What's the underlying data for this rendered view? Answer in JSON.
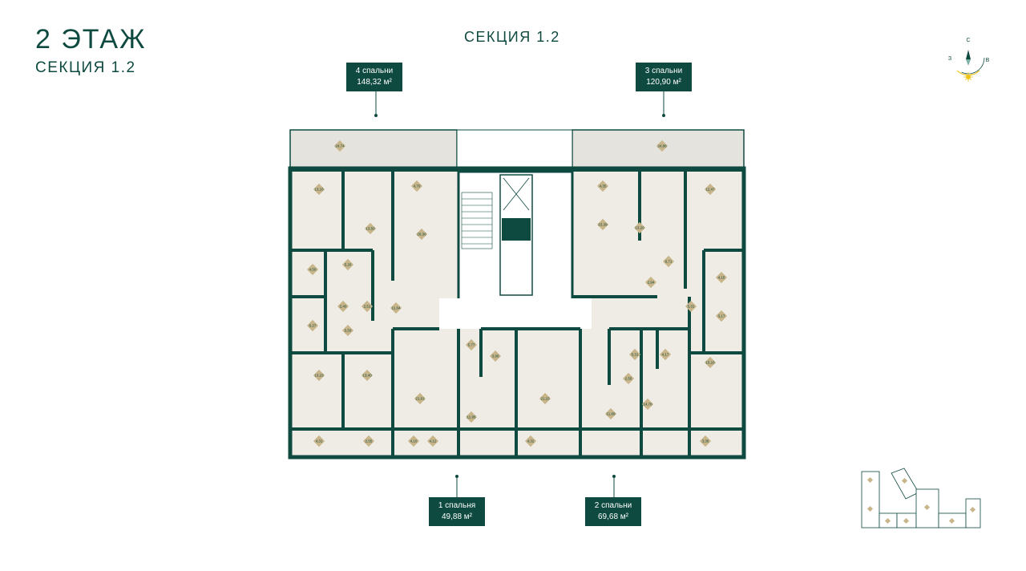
{
  "header": {
    "floor_title": "2 ЭТАЖ",
    "section_subtitle": "СЕКЦИЯ 1.2",
    "section_center": "СЕКЦИЯ 1.2"
  },
  "compass": {
    "north": "С",
    "west": "З",
    "east": "В"
  },
  "apartments": [
    {
      "id": "apt-4br",
      "name": "4 спальни",
      "area": "148,32 м²"
    },
    {
      "id": "apt-3br",
      "name": "3 спальни",
      "area": "120,90 м²"
    },
    {
      "id": "apt-1br",
      "name": "1 спальня",
      "area": "49,88 м²"
    },
    {
      "id": "apt-2br",
      "name": "2 спальни",
      "area": "69,68 м²"
    }
  ],
  "room_areas": [
    "24,74",
    "24,86",
    "13,16",
    "13,50",
    "4,70",
    "20,36",
    "5,20",
    "4,50",
    "6,27",
    "2,40",
    "2,51",
    "5,50",
    "11,64",
    "4,35",
    "23,39",
    "13,20",
    "12,47",
    "6,71",
    "2,94",
    "4,15",
    "5,31",
    "3,17",
    "5,77",
    "3,90",
    "21,01",
    "11,95",
    "4,10",
    "21,15",
    "4,32",
    "5,31",
    "4,17",
    "2,56",
    "11,69",
    "14,76",
    "3,36",
    "15,16",
    "13,23",
    "13,40",
    "4,31",
    "2,55",
    "4,12"
  ],
  "colors": {
    "brand": "#0e4a40",
    "room_fill": "#efece6",
    "balcony_fill": "#e5e3dd",
    "area_marker": "#c9b58a"
  }
}
